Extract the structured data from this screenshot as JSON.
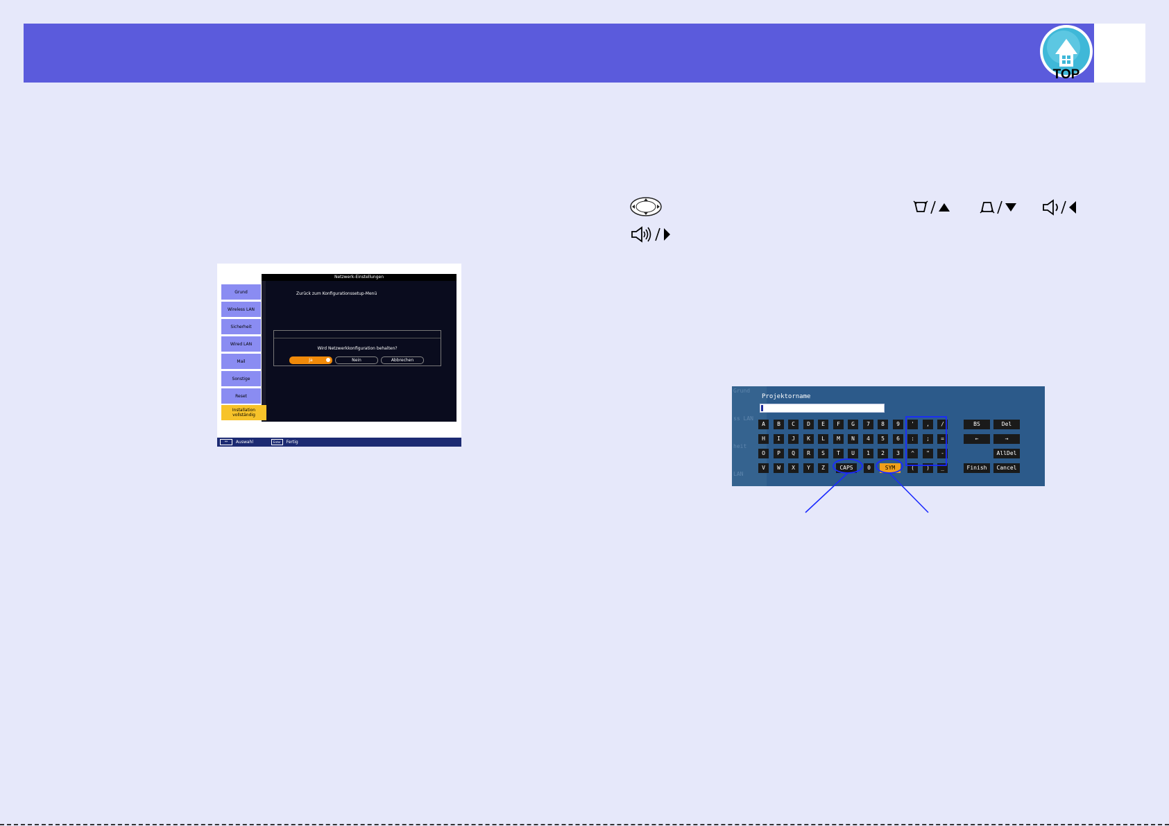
{
  "header": {
    "logo_text": "TOP",
    "colors": {
      "band": "#5b5bdc",
      "logo": "#3fb8d8"
    }
  },
  "screen1": {
    "title": "Netzwerk-Einstellungen",
    "tabs": [
      {
        "label": "Grund"
      },
      {
        "label": "Wireless LAN"
      },
      {
        "label": "Sicherheit"
      },
      {
        "label": "Wired LAN"
      },
      {
        "label": "Mail"
      },
      {
        "label": "Sonstige"
      },
      {
        "label": "Reset"
      },
      {
        "label": "Installation vollständig"
      }
    ],
    "return_item": "Zurück zum Konfigurationssetup-Menü",
    "dialog": {
      "question": "Wird Netzwerkkonfiguration behalten?",
      "buttons": {
        "yes": "Ja",
        "no": "Nein",
        "cancel": "Abbrechen"
      }
    },
    "statusbar": {
      "select": "Auswahl",
      "enter_key": "Enter",
      "done": "Fertig"
    }
  },
  "remote_icons": [
    "direction-pad-icon",
    "keystone-up-icon",
    "keystone-down-icon",
    "volume-down-icon",
    "volume-up-icon"
  ],
  "screen2": {
    "field_label": "Projektorname",
    "faint_labels": [
      "Grund",
      "ss LAN",
      "heit",
      "LAN"
    ],
    "rows": [
      [
        "A",
        "B",
        "C",
        "D",
        "E",
        "F",
        "G",
        "7",
        "8",
        "9",
        "'",
        ",",
        "/"
      ],
      [
        "H",
        "I",
        "J",
        "K",
        "L",
        "M",
        "N",
        "4",
        "5",
        "6",
        ":",
        ";",
        "="
      ],
      [
        "O",
        "P",
        "Q",
        "R",
        "S",
        "T",
        "U",
        "1",
        "2",
        "3",
        "^",
        "\"",
        "-"
      ],
      [
        "V",
        "W",
        "X",
        "Y",
        "Z",
        "0",
        "(",
        ")",
        "_"
      ]
    ],
    "caps": "CAPS",
    "sym": "SYM",
    "side": {
      "bs": "BS",
      "del": "Del",
      "left": "←",
      "right": "→",
      "alldel": "AllDel",
      "finish": "Finish",
      "cancel": "Cancel"
    }
  }
}
